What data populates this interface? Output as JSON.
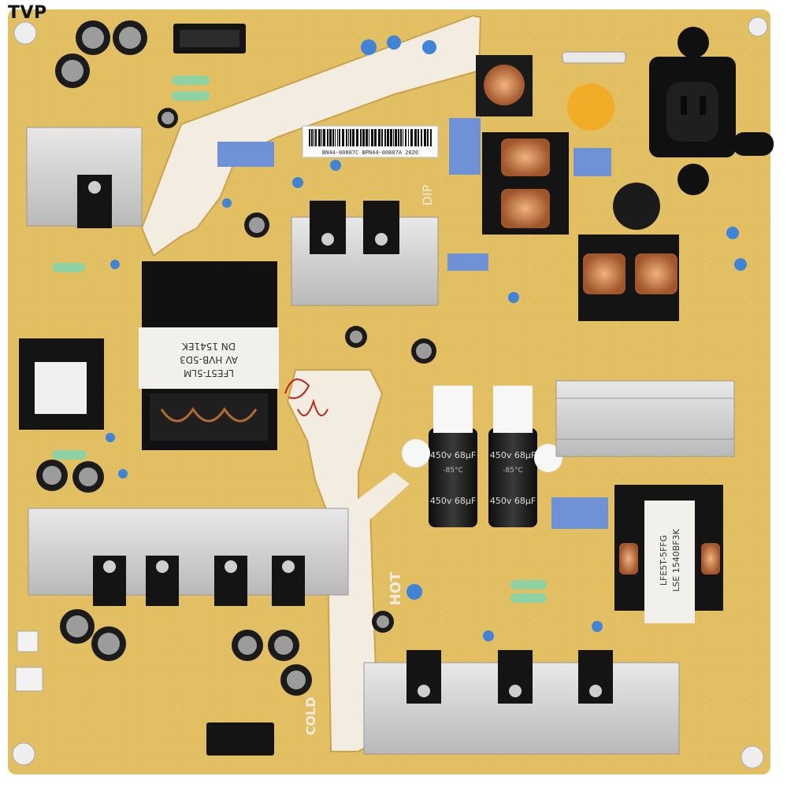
{
  "watermark": "TVP",
  "board": {
    "transformer_main": [
      "LFE5T-5LM",
      "AV HVB-5D3",
      "DN 1541EK"
    ],
    "transformer_right": [
      "LFE5T-5FFG",
      "LSE 1540BF3K"
    ],
    "cap_left": [
      "450v 68µF",
      "-85°C",
      "450v 68µF"
    ],
    "cap_right": [
      "450v 68µF",
      "-85°C",
      "450v 68µF"
    ],
    "hot_label": "HOT",
    "cold_label": "COLD",
    "dip_label": "DIP",
    "barcode_text": "BN44-00807C BPN44-00807A 2020"
  },
  "colors": {
    "pcb": "#e3bf63",
    "silkscreen": "#f3ece0",
    "heatsink": "#d6d6d6",
    "transistor": "#141414",
    "film_cap": "#6f91d6"
  }
}
